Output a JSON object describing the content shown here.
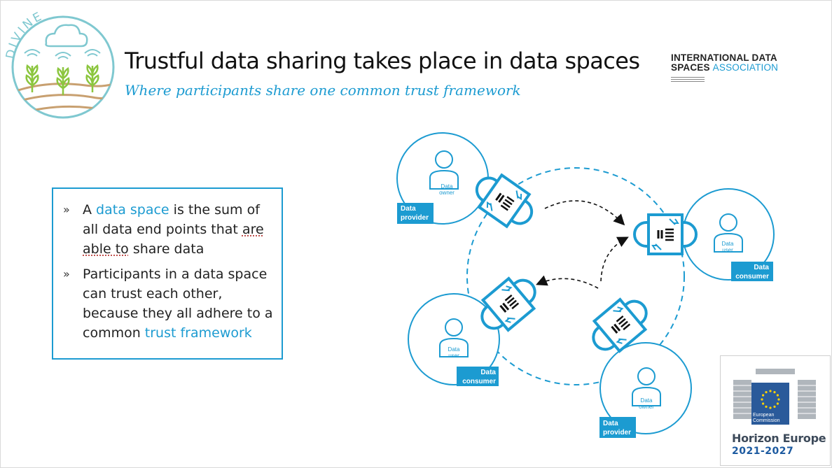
{
  "logo": {
    "text": "DIVINE"
  },
  "title": "Trustful data sharing takes place in data spaces",
  "subtitle": "Where participants share one common trust framework",
  "idsa": {
    "line1": "INTERNATIONAL DATA",
    "line2_bold": "SPACES",
    "line2_accent": "ASSOCIATION"
  },
  "bullets": [
    {
      "mark": "»",
      "parts": [
        "A ",
        "data space",
        " is the sum of all data end points that ",
        "are able to",
        " share data"
      ]
    },
    {
      "mark": "»",
      "parts": [
        "Participants in a data space can trust each other, because they all adhere to a common ",
        "trust framework"
      ]
    }
  ],
  "diagram": {
    "nodes": [
      {
        "role_line1": "Data",
        "role_line2": "provider",
        "person_line1": "Data",
        "person_line2": "owner"
      },
      {
        "role_line1": "Data",
        "role_line2": "consumer",
        "person_line1": "Data",
        "person_line2": "user"
      },
      {
        "role_line1": "Data",
        "role_line2": "consumer",
        "person_line1": "Data",
        "person_line2": "user"
      },
      {
        "role_line1": "Data",
        "role_line2": "provider",
        "person_line1": "Data",
        "person_line2": "owner"
      }
    ]
  },
  "ec": {
    "line1": "European",
    "line2": "Commission",
    "program": "Horizon Europe",
    "years": "2021-2027"
  },
  "colors": {
    "accent": "#1c9bd1",
    "logo_teal": "#7fc8d0",
    "logo_green": "#8cc63f",
    "logo_brown": "#c8a070"
  }
}
